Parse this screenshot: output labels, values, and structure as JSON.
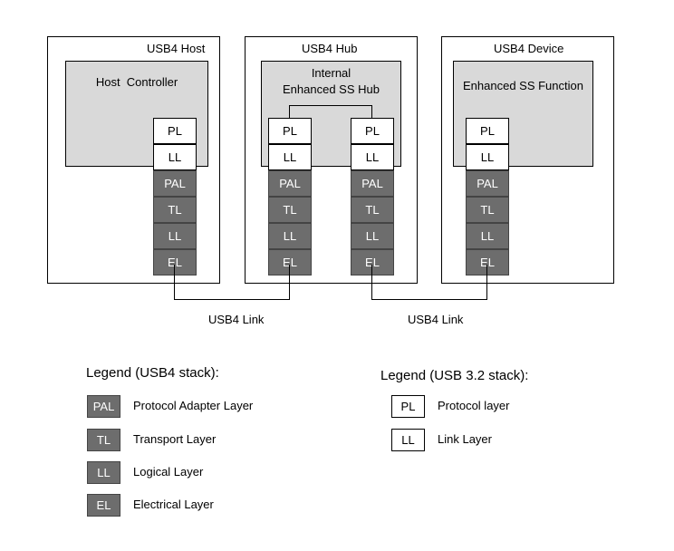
{
  "host": {
    "title": "USB4 Host",
    "controller": "Host  Controller",
    "stack": [
      "PL",
      "LL",
      "PAL",
      "TL",
      "LL",
      "EL"
    ]
  },
  "hub": {
    "title": "USB4 Hub",
    "internal_line1": "Internal",
    "internal_line2": "Enhanced SS Hub",
    "stack_left": [
      "PL",
      "LL",
      "PAL",
      "TL",
      "LL",
      "EL"
    ],
    "stack_right": [
      "PL",
      "LL",
      "PAL",
      "TL",
      "LL",
      "EL"
    ]
  },
  "device": {
    "title": "USB4 Device",
    "function": "Enhanced SS Function",
    "stack": [
      "PL",
      "LL",
      "PAL",
      "TL",
      "LL",
      "EL"
    ]
  },
  "links": [
    "USB4 Link",
    "USB4 Link"
  ],
  "legend_usb4": {
    "title": "Legend (USB4 stack):",
    "items": [
      {
        "abbr": "PAL",
        "text": "Protocol Adapter Layer"
      },
      {
        "abbr": "TL",
        "text": "Transport Layer"
      },
      {
        "abbr": "LL",
        "text": "Logical Layer"
      },
      {
        "abbr": "EL",
        "text": "Electrical Layer"
      }
    ]
  },
  "legend_usb32": {
    "title": "Legend (USB 3.2 stack):",
    "items": [
      {
        "abbr": "PL",
        "text": "Protocol layer"
      },
      {
        "abbr": "LL",
        "text": "Link Layer"
      }
    ]
  },
  "colors": {
    "dark_cell": "#6d6d6d",
    "inner_box": "#d9d9d9"
  }
}
